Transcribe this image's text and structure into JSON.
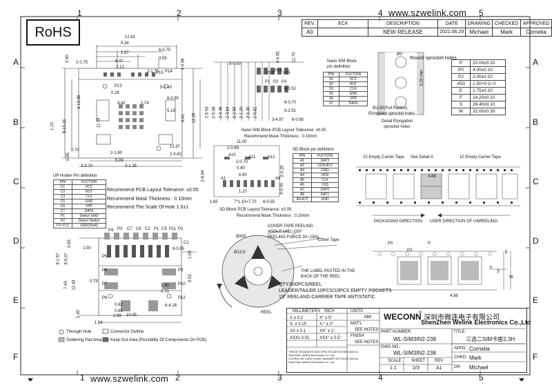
{
  "page": {
    "url_top": "www.szwelink.com",
    "url_bottom": "www.szwelink.com",
    "rohs": "RoHS",
    "zone_numbers": [
      "1",
      "2",
      "3",
      "4",
      "5"
    ],
    "zone_letters": [
      "A",
      "B",
      "C",
      "D",
      "E",
      "F"
    ]
  },
  "revision": {
    "headers": [
      "REV.",
      "EC#",
      "DESCRIPTION",
      "DATE",
      "DRAWING",
      "CHECKED",
      "APPROVED"
    ],
    "rows": [
      [
        "A0",
        "",
        "NEW RELEASE",
        "2021.06.29",
        "Michael",
        "Mark",
        "Cornelia"
      ]
    ]
  },
  "top_dims": [
    "12.61",
    "9.34",
    "6.47",
    "2.67",
    "2.13",
    "6-0.75",
    "3.55",
    "4-0.55",
    "4-0.58",
    "0.90",
    "2-0.75",
    "2-1.70",
    "P15",
    "P14",
    "P13",
    "0.28",
    "4.42",
    "1.74",
    "6-0.80",
    "5-1.40",
    "5.19",
    "0.70",
    "2-1.80",
    "5.09",
    "12.97",
    "2-0.42",
    "2-0.70",
    "3-1.35",
    "3-13.36",
    "1.10",
    "8-15.16",
    "11.78",
    "6.41",
    "12.28",
    "11.70",
    "0.85"
  ],
  "pcb_right_dims": [
    "8-0.60",
    "4-0.52",
    "6-0.70",
    "6-2.91",
    "3-4.87",
    "6-0.65",
    "2-5.53",
    "2-5.08",
    "2-4.48",
    "2-3.64",
    "2-2.59",
    "2-1.20",
    "2-0.30",
    "2-0.62",
    "P13",
    "P14",
    "P15",
    "P1",
    "P2",
    "P3"
  ],
  "nano_pcb_title": "Nano SIM Block PCB Layout Tolerance: ±0.05",
  "nano_pcb_mask": "Recommend Mask Thickness : 0.10mm",
  "nano_table": {
    "title": [
      "Nano SIM Block",
      "pin definition"
    ],
    "headers": [
      "PIN",
      "FUCTION"
    ],
    "rows": [
      [
        "S1",
        "VCC"
      ],
      [
        "S2",
        "RST"
      ],
      [
        "S3",
        "CLK"
      ],
      [
        "S5",
        "GND"
      ],
      [
        "S6",
        "VPP"
      ],
      [
        "S7",
        "DATA"
      ]
    ]
  },
  "sd_table": {
    "title": "SD Block pin definition",
    "headers": [
      "PIN",
      "FUCTION"
    ],
    "rows": [
      [
        "A1",
        "DAT2"
      ],
      [
        "A2",
        "CD/DAT3"
      ],
      [
        "A3",
        "CMD"
      ],
      [
        "A4",
        "VDD"
      ],
      [
        "A5",
        "CLK"
      ],
      [
        "A6",
        "VSS"
      ],
      [
        "A7",
        "DAT0"
      ],
      [
        "A8",
        "DAT1"
      ],
      [
        "A9-A72",
        "GND"
      ]
    ]
  },
  "sd_dims": [
    "11.00",
    "2-0.69",
    "2-0.70",
    "0.40",
    "6.90",
    "1.10",
    "2-6.94",
    "2-0.29",
    "6-0.50",
    "1.65",
    "7*1.10=7.70",
    "8-0.55",
    "A10",
    "A11",
    "A12",
    "A1",
    "A8"
  ],
  "sd_pcb_title": "SD Block PCB Layout Tolerance: ±0.05",
  "sd_pcb_mask": "Recommend Mask Thickness : 0.10mm",
  "up_table": {
    "title": "UP Holder Pin definition",
    "headers": [
      "PIN",
      "FUCTION"
    ],
    "rows": [
      [
        "C1",
        "VCC"
      ],
      [
        "C2",
        "RST"
      ],
      [
        "C3",
        "CLK"
      ],
      [
        "C5",
        "GND"
      ],
      [
        "C6",
        "VPP"
      ],
      [
        "C7",
        "DATA"
      ],
      [
        "P1",
        "Switch GND"
      ],
      [
        "P2",
        "Detect Switch"
      ],
      [
        "P3~P13",
        "GND(Shell)"
      ]
    ]
  },
  "pcb_notes": [
    "Recommend PCB Layout Tolerance: ±0.05",
    "Recommend Mask Thickness : 0.10mm",
    "Recommend The Scale Of Hole 1.5±1"
  ],
  "bottom_dims": [
    "P4",
    "P3",
    "C7",
    "C6",
    "C2",
    "P1",
    "C5",
    "P11",
    "P2",
    "C1",
    "P6",
    "P7",
    "P8",
    "P9",
    "P10",
    "P12",
    "P5",
    "1.00",
    "8-0.85",
    "8-1.57",
    "8-5.07",
    "0.95",
    "1.00",
    "9.52",
    "0.62",
    "0.65",
    "6-4.18",
    "2.30",
    "1.98",
    "10.05",
    "1.54",
    "0.79",
    "7.43",
    "12.43",
    "1.40",
    "0.70"
  ],
  "legend": {
    "through_hole": "Through Hole",
    "connector_outline": "Connector Outline",
    "pad_area": "Soldering Pad Area",
    "keep_out": "Keep Out Area (Possibility Of Components On PCB)"
  },
  "reel": {
    "d330": "Ø330",
    "d13": "Ø13.5",
    "peeling": [
      "COVER TAPE PEELING",
      "ANGLE:165°~180°",
      "PEELING FORCE:30~130g"
    ],
    "cover_tape": "Cover Tape",
    "label": [
      "THE LABEL PASTED IN THE",
      "BACK OF THE REEL"
    ],
    "reel_word": "REEL",
    "qty": [
      "QTY:800PCS/REEL",
      "LEADER/TAILER:10PCS/10PCS EMPTY POCKETS",
      "13\" REELAND CARRIER TAPE ANTISTATIC"
    ]
  },
  "sprocket": {
    "round": "Round sprocket holes",
    "d0": "Ø0",
    "elong": [
      "Ø1.50(Full Radius)",
      "Elongated sprocket holes"
    ],
    "detail": [
      "Detail Elongation",
      "sprocket holes"
    ],
    "dim": "0.20 min"
  },
  "spec_table": [
    [
      "P",
      "20.00±0.10"
    ],
    [
      "P0",
      "4.00±0.10"
    ],
    [
      "P2",
      "2.00±0.10"
    ],
    [
      "#D0",
      "1.50+0.1/-0"
    ],
    [
      "E",
      "1.75±0.10"
    ],
    [
      "F",
      "14.20±0.10"
    ],
    [
      "S",
      "28.40±0.10"
    ],
    [
      "W",
      "32.00±0.30"
    ]
  ],
  "tape": {
    "left": "10 Empty Carrier Tape",
    "detail": "See Detail A",
    "right": "10 Empty Carrier Tape",
    "dim": "4.88",
    "pack_dir": "PACKAGING DIRECTION",
    "unreel_dir": "USER DIRECTION OF UNREELING",
    "p0": "P0",
    "p": "P",
    "p2": "P2",
    "e": "E",
    "f": "F",
    "s": "S",
    "w": "W",
    "dim2": "4.88"
  },
  "tolerance": {
    "headers": [
      "MILLIMETERS",
      "INCH"
    ],
    "rows": [
      [
        "X  ± 0.2",
        "X°  ± 5°"
      ],
      [
        "X.  ± 0.15",
        "X.°  ± 2°"
      ],
      [
        "XX  ± 0.1",
        "XX°  ± 1°"
      ],
      [
        "XXXs  0.01",
        "XXX°  ± 0.5°"
      ]
    ],
    "notes": [
      "THESE DRAWINGS AND SPECIFICATION ARE WeLink",
      "ShenZhen Welink Electronics Co.,Ltd",
      "COPIED OR USED IN ANY MANNER WITHOUT WeLink",
      "ShenZhen Welink Electronics Co.,Ltd"
    ]
  },
  "units": {
    "label": "UNITS",
    "value": "MM",
    "matl": "MAT'L",
    "matl_v": "SEE NOTES",
    "finish": "FINISH",
    "finish_v": "SEE NOTES"
  },
  "title_block": {
    "logo": "WECONN",
    "reg": "®",
    "cn_name": "深圳市微连电子有限公司",
    "en_name": "ShenZhen Welink Electronics Co.,Ltd",
    "part_label": "PART NUMBER:",
    "part": "WL-SIM3IN2-238",
    "title_label": "TITLE:",
    "title": "三选二SIM卡座2.3H",
    "dwg_label": "DWG NO.:",
    "dwg": "WL-SIM3IN2-238",
    "appd_label": "APPD:",
    "appd": "Cornelia",
    "chkd_label": "CHKD:",
    "chkd": "Mark",
    "dr_label": "DR:",
    "dr": "Michael",
    "scale_label": "SCALE",
    "scale": "1:1",
    "sheet_label": "SHEET",
    "sheet": "2/3",
    "rev_label": "REV",
    "rev": "A1"
  }
}
